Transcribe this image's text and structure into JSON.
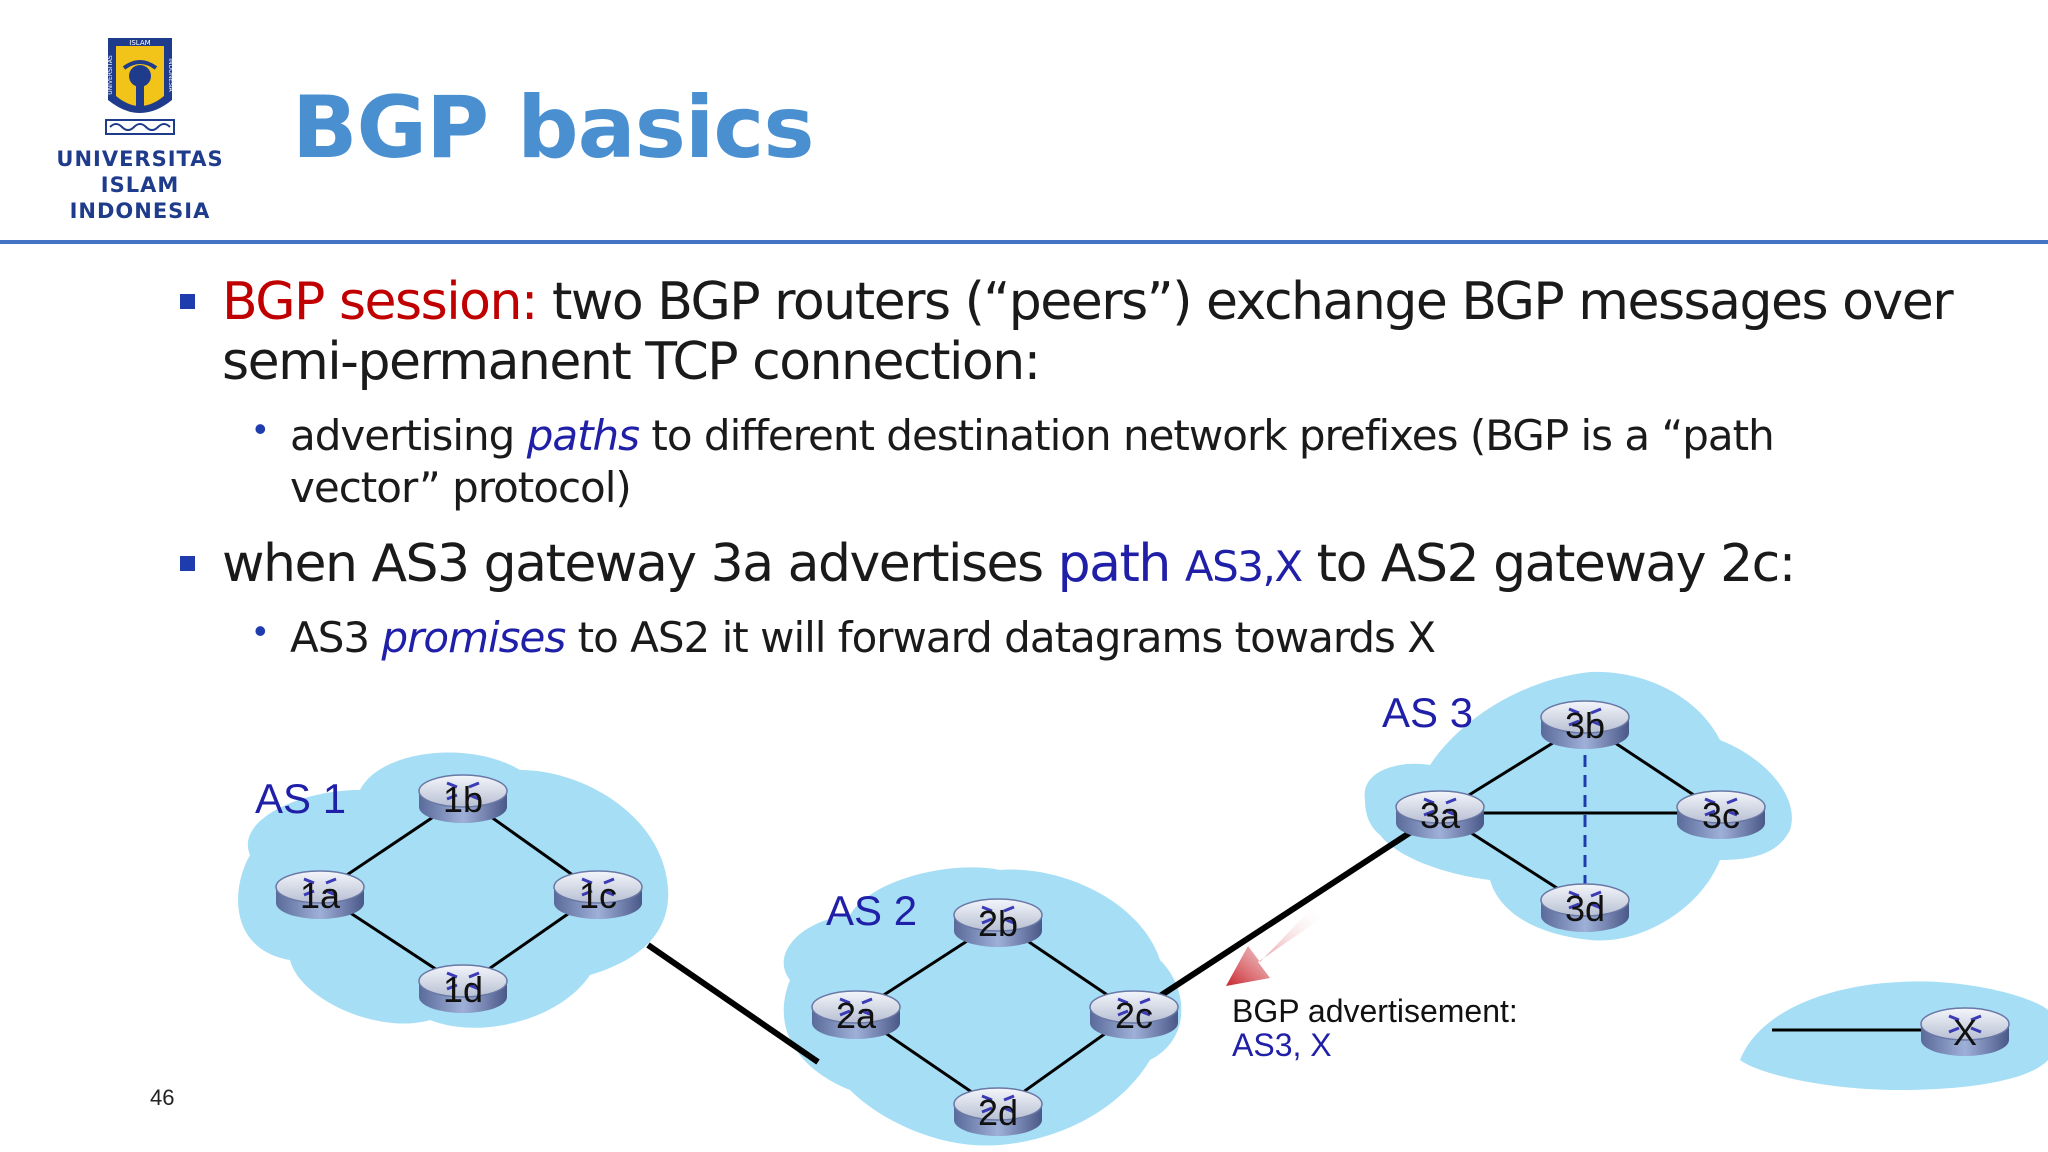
{
  "logo": {
    "arc_top": "ISLAM",
    "arc_left": "UNIVERSITAS",
    "arc_right": "INDONESIA",
    "line1": "UNIVERSITAS",
    "line2": "ISLAM",
    "line3": "INDONESIA"
  },
  "title": "BGP basics",
  "bullet1": {
    "lead": "BGP session:",
    "text_a": " two BGP routers (“peers”) exchange BGP messages over",
    "text_b": "semi-permanent TCP connection:",
    "sub": {
      "pre": "advertising ",
      "em": "paths",
      "post_a": " to different destination network prefixes (BGP  is a “path",
      "post_b": "vector” protocol)"
    }
  },
  "bullet2": {
    "pre": "when AS3 gateway 3a advertises ",
    "path_word": "path ",
    "path_val": "AS3,X",
    "post": " to AS2 gateway 2c:",
    "sub": {
      "pre": "AS3 ",
      "em": "promises",
      "post": " to AS2 it will forward datagrams towards X"
    }
  },
  "diagram": {
    "as_labels": [
      "AS 1",
      "AS 2",
      "AS 3"
    ],
    "routers": [
      "1a",
      "1b",
      "1c",
      "1d",
      "2a",
      "2b",
      "2c",
      "2d",
      "3a",
      "3b",
      "3c",
      "3d",
      "X"
    ],
    "advert_line1": "BGP advertisement:",
    "advert_line2": "AS3, X"
  },
  "colors": {
    "title": "#4a90d1",
    "cloud": "#a6dff5",
    "rule": "#4472c4",
    "accent_red": "#c00000",
    "accent_blue": "#1f1fa8"
  },
  "page_number": "46"
}
